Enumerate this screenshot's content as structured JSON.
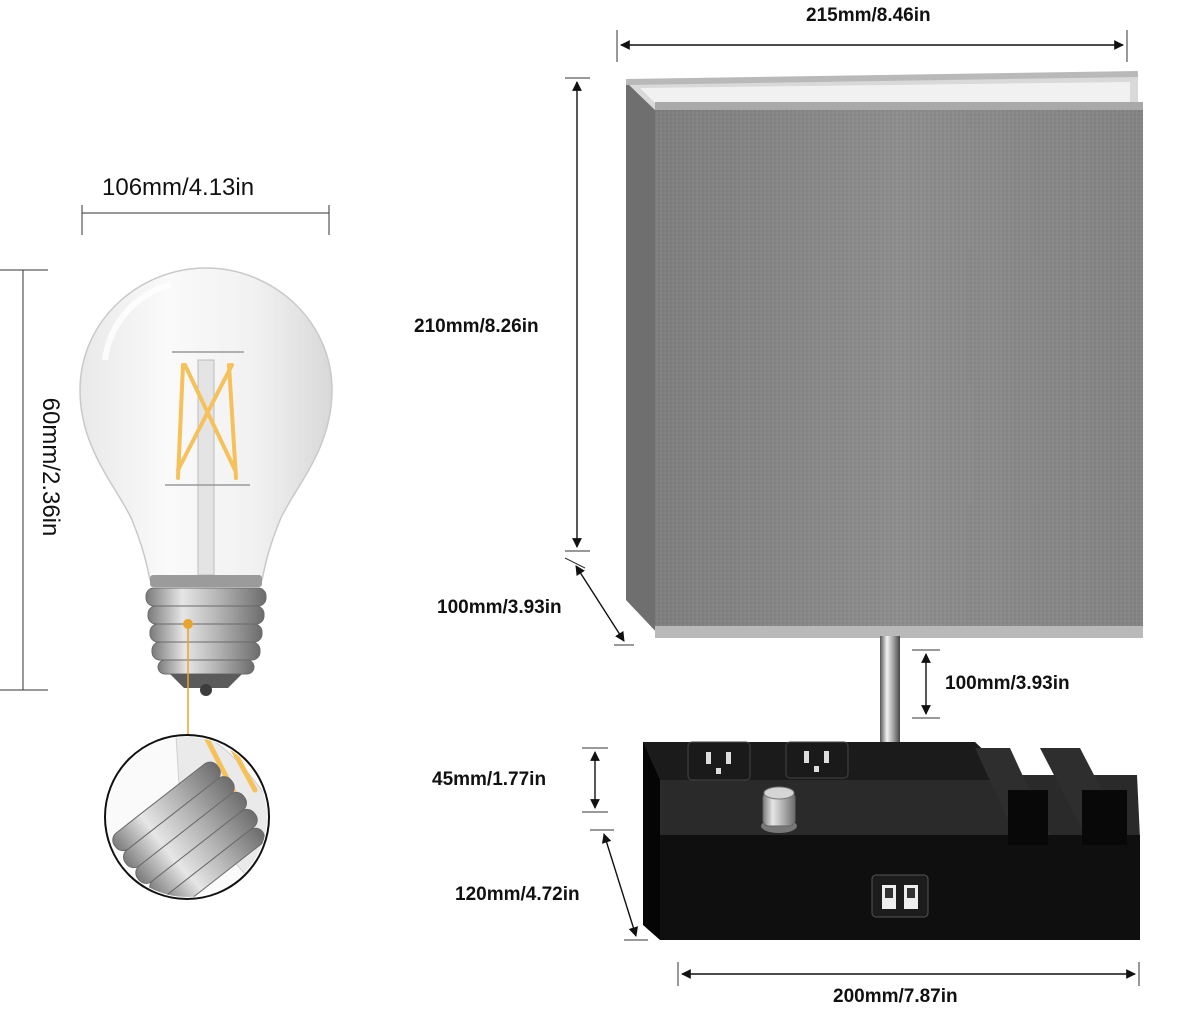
{
  "dimensions": {
    "shade_width": "215mm/8.46in",
    "shade_height": "210mm/8.26in",
    "shade_depth": "100mm/3.93in",
    "pole_height": "100mm/3.93in",
    "base_height": "45mm/1.77in",
    "base_depth": "120mm/4.72in",
    "base_width": "200mm/7.87in",
    "bulb_width": "106mm/4.13in",
    "bulb_height": "60mm/2.36in"
  },
  "colors": {
    "shade": "#8a8a8a",
    "shade_trim": "#b9b9b9",
    "base": "#111111",
    "filament": "#f5c15a",
    "metal": "#c8c8c8"
  },
  "icons": [
    "ac-outlet-icon",
    "usb-port-icon",
    "dimmer-knob-icon",
    "led-bulb-icon",
    "magnifier-icon"
  ]
}
